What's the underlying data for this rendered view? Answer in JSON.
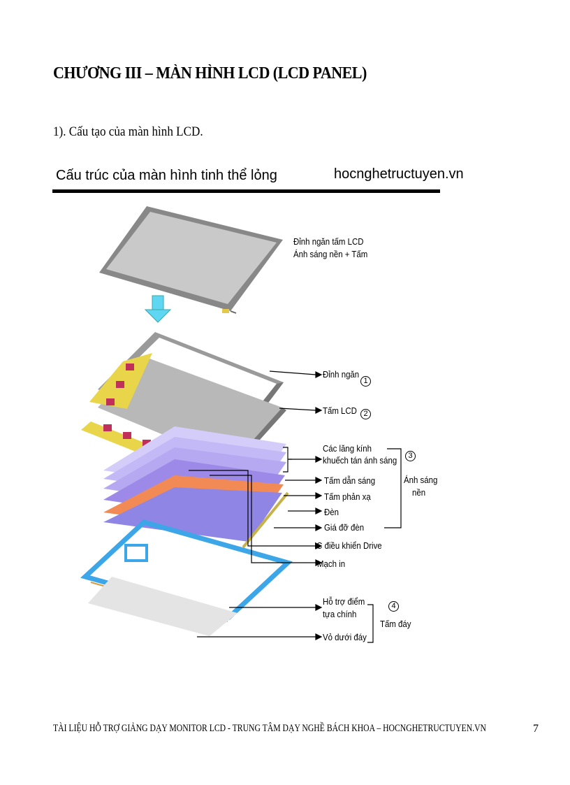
{
  "chapter_title": "CHƯƠNG III – MÀN HÌNH LCD (LCD PANEL)",
  "section_heading": "1). Cấu tạo của màn hình LCD.",
  "figure": {
    "title": "Cấu trúc của màn hình tinh thể lỏng",
    "site": "hocnghetructuyen.vn",
    "caption_top_line1": "Đỉnh ngăn tấm LCD",
    "caption_top_line2": "Ánh sáng nền + Tấm",
    "labels": {
      "dinh_ngan": "Đỉnh ngăn",
      "tam_lcd": "Tấm LCD",
      "lang_kinh_line1": "Các lăng kính",
      "lang_kinh_line2": "khuếch tán ánh sáng",
      "tam_dan_sang": "Tấm dẫn sáng",
      "tam_phan_xa": "Tấm phản xạ",
      "den": "Đèn",
      "gia_do_den": "Giá đỡ đèn",
      "ic_drive": "IC điều khiển Drive",
      "mach_in": "Mạch in",
      "ho_tro_line1": "Hỗ trợ điểm",
      "ho_tro_line2": "tựa chính",
      "vo_duoi_day": "Vỏ dưới đáy",
      "anh_sang_nen_line1": "Ánh sáng",
      "anh_sang_nen_line2": "nền",
      "tam_day": "Tấm đáy"
    },
    "numbers": [
      "1",
      "2",
      "3",
      "4"
    ],
    "colors": {
      "lcd_gray": "#b8b8b8",
      "prism_violet": "#b6a9f2",
      "light_guide": "#9d8ae8",
      "reflector_orange": "#f28a55",
      "frame_blue": "#3ca6e8",
      "flex_yellow": "#e8d54a",
      "connector_magenta": "#c0305a",
      "arrow_cyan": "#5fd6f2"
    }
  },
  "footer": "TÀI LIỆU HỖ TRỢ GIẢNG DẠY MONITOR LCD - TRUNG TÂM DẠY NGHỀ BÁCH KHOA – HOCNGHETRUCTUYEN.VN",
  "page_number": "7"
}
